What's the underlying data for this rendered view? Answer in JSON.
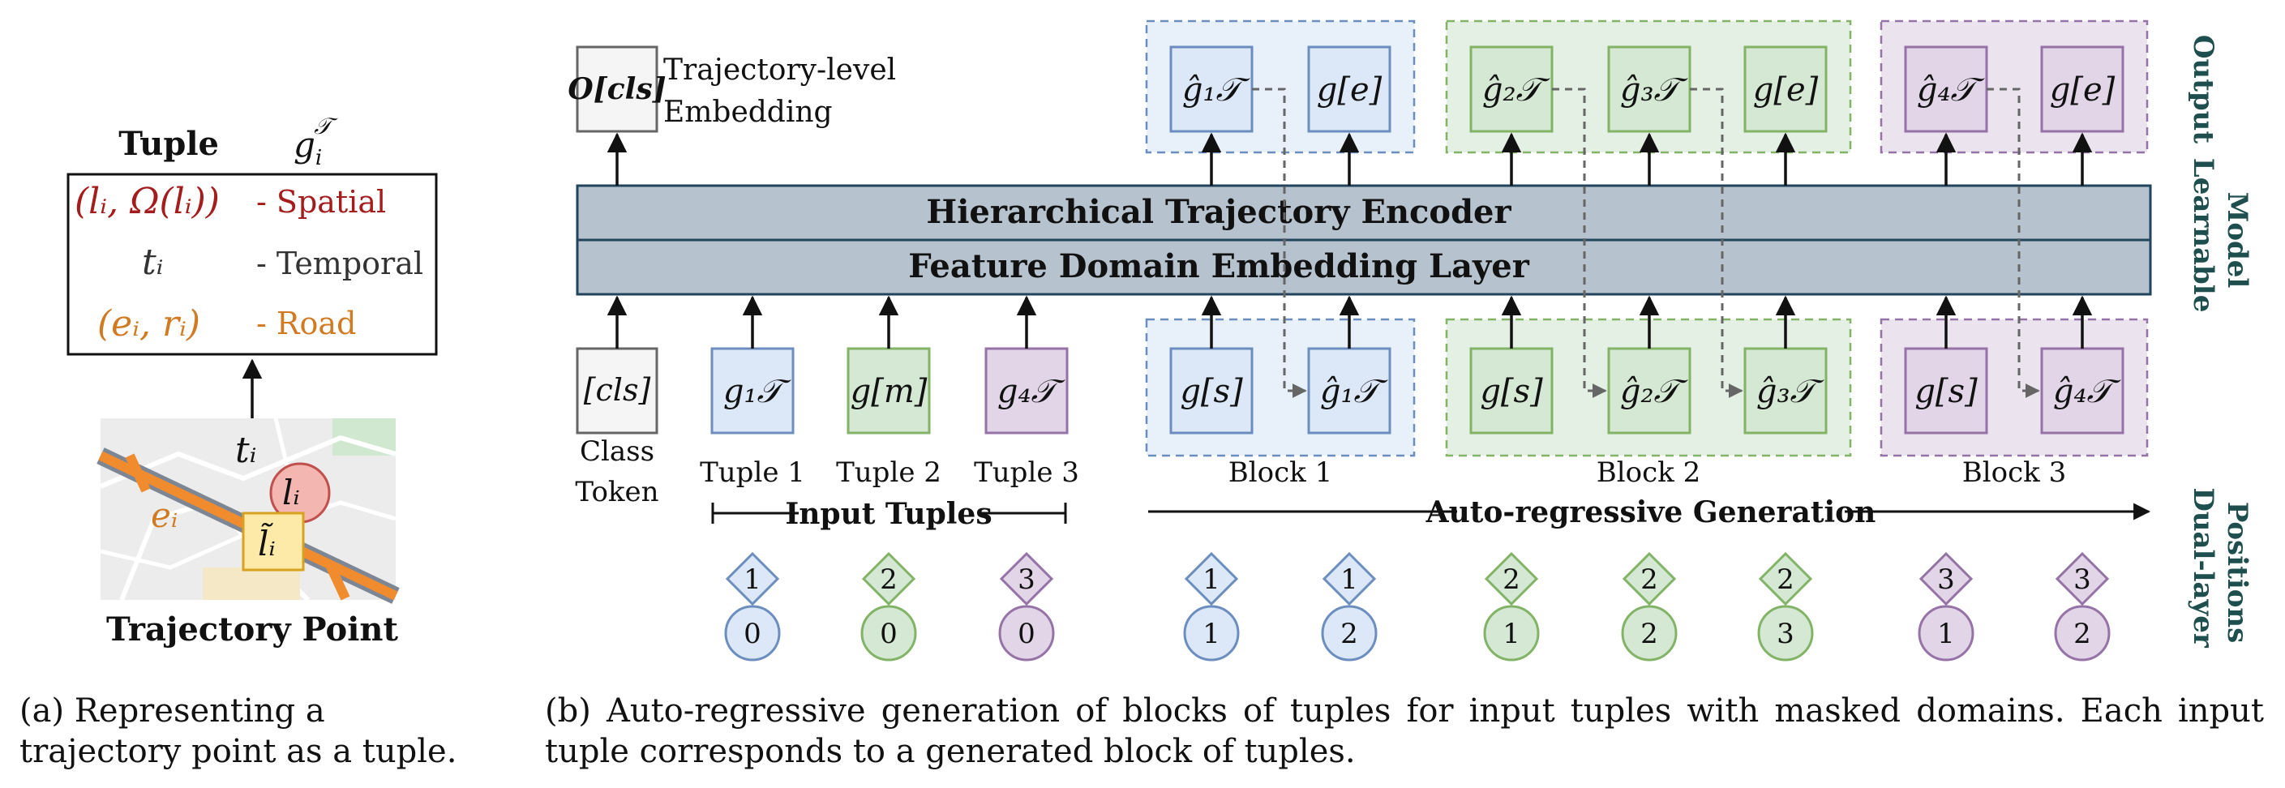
{
  "colors": {
    "blue_fill": "#dce8f8",
    "blue_stroke": "#6c8ebf",
    "green_fill": "#d5e8d4",
    "green_stroke": "#82b366",
    "purple_fill": "#e1d5e7",
    "purple_stroke": "#9673a6",
    "gray_fill": "#f5f5f5",
    "gray_stroke": "#666666",
    "encoder_fill": "#b6c2cd",
    "encoder_stroke": "#23445d",
    "spatial": "#a51c1c",
    "road": "#d17a22",
    "side_label": "#1f4e4e"
  },
  "panel_a": {
    "tuple_title": "Tuple",
    "tuple_symbol": "g",
    "tuple_symbol_sub": "i",
    "tuple_symbol_sup": "𝒯",
    "spatial_math": "(lᵢ, Ω(lᵢ))",
    "spatial_label": "- Spatial",
    "temporal_math": "tᵢ",
    "temporal_label": "- Temporal",
    "road_math": "(eᵢ, rᵢ)",
    "road_label": "- Road",
    "map_t": "tᵢ",
    "map_l": "lᵢ",
    "map_e": "eᵢ",
    "map_ltilde": "l̃ᵢ",
    "point_title": "Trajectory Point"
  },
  "panel_b": {
    "side_output": "Output",
    "side_model": "Learnable Model",
    "side_positions": "Dual-layer Positions",
    "cls_output": "O[cls]",
    "cls_output_desc_1": "Trajectory-level",
    "cls_output_desc_2": "Embedding",
    "encoder_top": "Hierarchical Trajectory Encoder",
    "encoder_bottom": "Feature Domain Embedding Layer",
    "cls_token": "[cls]",
    "cls_label_1": "Class",
    "cls_label_2": "Token",
    "input_tuples": [
      {
        "symbol": "g₁𝒯",
        "label": "Tuple 1",
        "color": "blue",
        "pos_top": "1",
        "pos_bottom": "0"
      },
      {
        "symbol": "g[m]",
        "label": "Tuple 2",
        "color": "green",
        "pos_top": "2",
        "pos_bottom": "0"
      },
      {
        "symbol": "g₄𝒯",
        "label": "Tuple 3",
        "color": "purple",
        "pos_top": "3",
        "pos_bottom": "0"
      }
    ],
    "blocks": [
      {
        "label": "Block 1",
        "color": "blue",
        "inputs": [
          "g[s]",
          "ĝ₁𝒯"
        ],
        "outputs": [
          "ĝ₁𝒯",
          "g[e]"
        ],
        "pos_top": [
          "1",
          "1"
        ],
        "pos_bottom": [
          "1",
          "2"
        ]
      },
      {
        "label": "Block 2",
        "color": "green",
        "inputs": [
          "g[s]",
          "ĝ₂𝒯",
          "ĝ₃𝒯"
        ],
        "outputs": [
          "ĝ₂𝒯",
          "ĝ₃𝒯",
          "g[e]"
        ],
        "pos_top": [
          "2",
          "2",
          "2"
        ],
        "pos_bottom": [
          "1",
          "2",
          "3"
        ]
      },
      {
        "label": "Block 3",
        "color": "purple",
        "inputs": [
          "g[s]",
          "ĝ₄𝒯"
        ],
        "outputs": [
          "ĝ₄𝒯",
          "g[e]"
        ],
        "pos_top": [
          "3",
          "3"
        ],
        "pos_bottom": [
          "1",
          "2"
        ]
      }
    ],
    "input_tuples_label": "Input Tuples",
    "autoregressive_label": "Auto-regressive Generation"
  },
  "captions": {
    "a": "(a) Representing a trajectory point as a tuple.",
    "b": "(b) Auto-regressive generation of blocks of tuples for input tuples with masked domains. Each input tuple corresponds to a generated block of tuples."
  }
}
